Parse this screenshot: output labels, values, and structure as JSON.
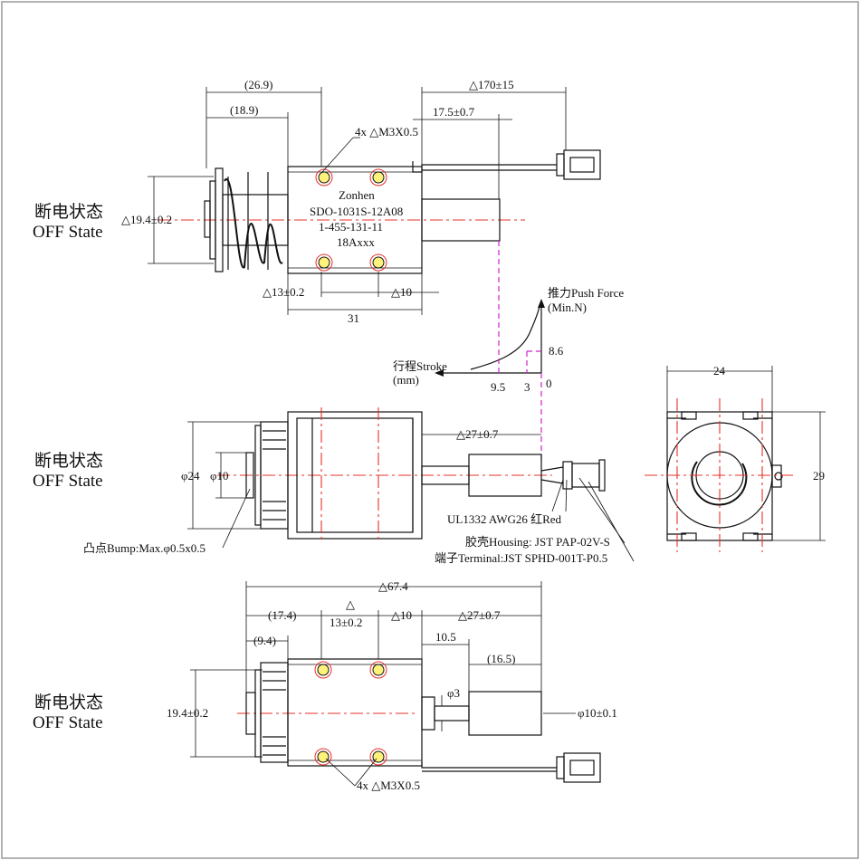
{
  "labels": {
    "state_cn": "断电状态",
    "state_en": "OFF State",
    "top_dim_269": "(26.9)",
    "top_dim_189": "(18.9)",
    "top_dim_170": "△170±15",
    "top_dim_175": "17.5±0.7",
    "top_dim_screw": "4x △M3X0.5",
    "top_dim_194": "△19.4±0.2",
    "top_dim_13": "△13±0.2",
    "top_dim_10": "△10",
    "top_dim_31": "31",
    "brand": "Zonhen",
    "model": "SDO-1031S-12A08",
    "part_no": "1-455-131-11",
    "batch": "18Axxx",
    "force_axis": "推力Push Force",
    "force_unit": "(Min.N)",
    "stroke_axis": "行程Stroke",
    "stroke_unit": "(mm)",
    "force_val": "8.6",
    "stroke_95": "9.5",
    "stroke_3": "3",
    "stroke_0": "0",
    "mid_dim_24": "φ24",
    "mid_dim_10": "φ10",
    "mid_dim_27": "△27±0.7",
    "wire": "UL1332 AWG26 红Red",
    "housing": "胶壳Housing: JST PAP-02V-S",
    "terminal": "端子Terminal:JST SPHD-001T-P0.5",
    "bump": "凸点Bump:Max.φ0.5x0.5",
    "side_dim_24": "24",
    "side_dim_29": "29",
    "bot_dim_674": "△67.4",
    "bot_dim_174": "(17.4)",
    "bot_dim_tri": "△",
    "bot_dim_13": "13±0.2",
    "bot_dim_10": "△10",
    "bot_dim_27": "△27±0.7",
    "bot_dim_94": "(9.4)",
    "bot_dim_105": "10.5",
    "bot_dim_165": "(16.5)",
    "bot_dim_phi3": "φ3",
    "bot_dim_194": "19.4±0.2",
    "bot_dim_phi10": "φ10±0.1",
    "bot_dim_screw": "4x △M3X0.5"
  },
  "colors": {
    "centerline": "#e8302a",
    "guide": "#d020d0",
    "hole": "#fff27a"
  }
}
